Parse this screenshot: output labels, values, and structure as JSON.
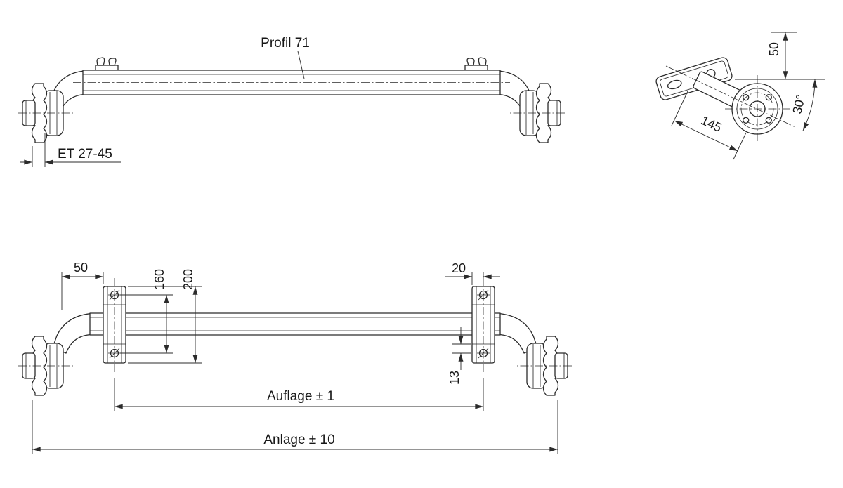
{
  "labels": {
    "profil": "Profil 71",
    "et": "ET 27-45",
    "end_offset": "50",
    "arm_length": "145",
    "angle": "30°",
    "pad_offset": "50",
    "bolt_spacing": "160",
    "pad_height": "200",
    "top_gap": "20",
    "plate_thickness": "13",
    "auflage": "Auflage ± 1",
    "anlage": "Anlage ± 10"
  },
  "colors": {
    "line": "#2b2b2b",
    "background": "#ffffff"
  }
}
